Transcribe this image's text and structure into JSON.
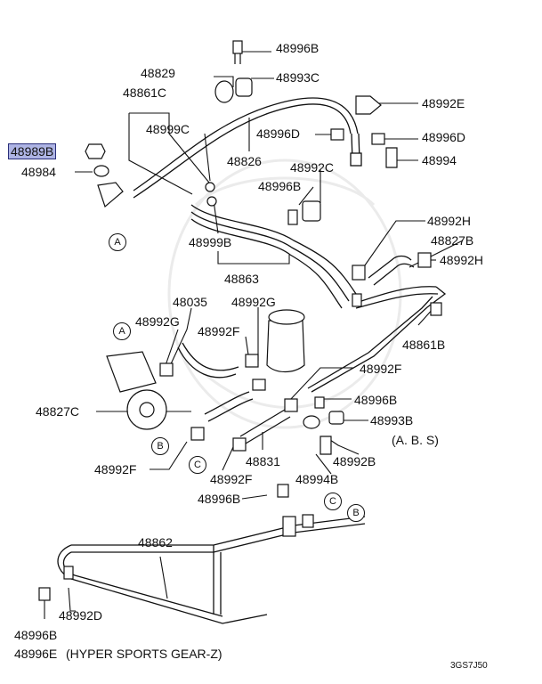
{
  "callouts": [
    {
      "id": "p48996b_top",
      "text": "48996B",
      "highlight": false
    },
    {
      "id": "p48829",
      "text": "48829",
      "highlight": false
    },
    {
      "id": "p48993c",
      "text": "48993C",
      "highlight": false
    },
    {
      "id": "p48861c",
      "text": "48861C",
      "highlight": false
    },
    {
      "id": "p48992e",
      "text": "48992E",
      "highlight": false
    },
    {
      "id": "p48999c",
      "text": "48999C",
      "highlight": false
    },
    {
      "id": "p48996d_l",
      "text": "48996D",
      "highlight": false
    },
    {
      "id": "p48996d_r",
      "text": "48996D",
      "highlight": false
    },
    {
      "id": "p48989b",
      "text": "48989B",
      "highlight": true
    },
    {
      "id": "p48826",
      "text": "48826",
      "highlight": false
    },
    {
      "id": "p48994",
      "text": "48994",
      "highlight": false
    },
    {
      "id": "p48984",
      "text": "48984",
      "highlight": false
    },
    {
      "id": "p48992c",
      "text": "48992C",
      "highlight": false
    },
    {
      "id": "p48996b_mid",
      "text": "48996B",
      "highlight": false
    },
    {
      "id": "p48992h_top",
      "text": "48992H",
      "highlight": false
    },
    {
      "id": "p48827b",
      "text": "48827B",
      "highlight": false
    },
    {
      "id": "p48999b",
      "text": "48999B",
      "highlight": false
    },
    {
      "id": "p48992h_r",
      "text": "48992H",
      "highlight": false
    },
    {
      "id": "p48863",
      "text": "48863",
      "highlight": false
    },
    {
      "id": "p48035",
      "text": "48035",
      "highlight": false
    },
    {
      "id": "p48992g_top",
      "text": "48992G",
      "highlight": false
    },
    {
      "id": "p48992g_l",
      "text": "48992G",
      "highlight": false
    },
    {
      "id": "p48992f_top",
      "text": "48992F",
      "highlight": false
    },
    {
      "id": "p48861b",
      "text": "48861B",
      "highlight": false
    },
    {
      "id": "p48992f_r",
      "text": "48992F",
      "highlight": false
    },
    {
      "id": "p48996b_r",
      "text": "48996B",
      "highlight": false
    },
    {
      "id": "p48827c",
      "text": "48827C",
      "highlight": false
    },
    {
      "id": "p48993b",
      "text": "48993B",
      "highlight": false
    },
    {
      "id": "p48992f_l",
      "text": "48992F",
      "highlight": false
    },
    {
      "id": "p48831",
      "text": "48831",
      "highlight": false
    },
    {
      "id": "p48992b",
      "text": "48992B",
      "highlight": false
    },
    {
      "id": "p48992f_b",
      "text": "48992F",
      "highlight": false
    },
    {
      "id": "p48994b",
      "text": "48994B",
      "highlight": false
    },
    {
      "id": "p48996b_b",
      "text": "48996B",
      "highlight": false
    },
    {
      "id": "p48862",
      "text": "48862",
      "highlight": false
    },
    {
      "id": "p48992d",
      "text": "48992D",
      "highlight": false
    },
    {
      "id": "p48996b_bl",
      "text": "48996B",
      "highlight": false
    },
    {
      "id": "p48996e",
      "text": "48996E",
      "highlight": false
    }
  ],
  "notes": {
    "abs": "(A. B. S)",
    "hyper": "(HYPER SPORTS GEAR-Z)",
    "ref_code": "3GS7J50"
  },
  "refs": {
    "a": "A",
    "b": "B",
    "c": "C"
  },
  "colors": {
    "highlight_fill": "#aeb4e4",
    "highlight_border": "#2a2f7a",
    "line": "#111111"
  }
}
